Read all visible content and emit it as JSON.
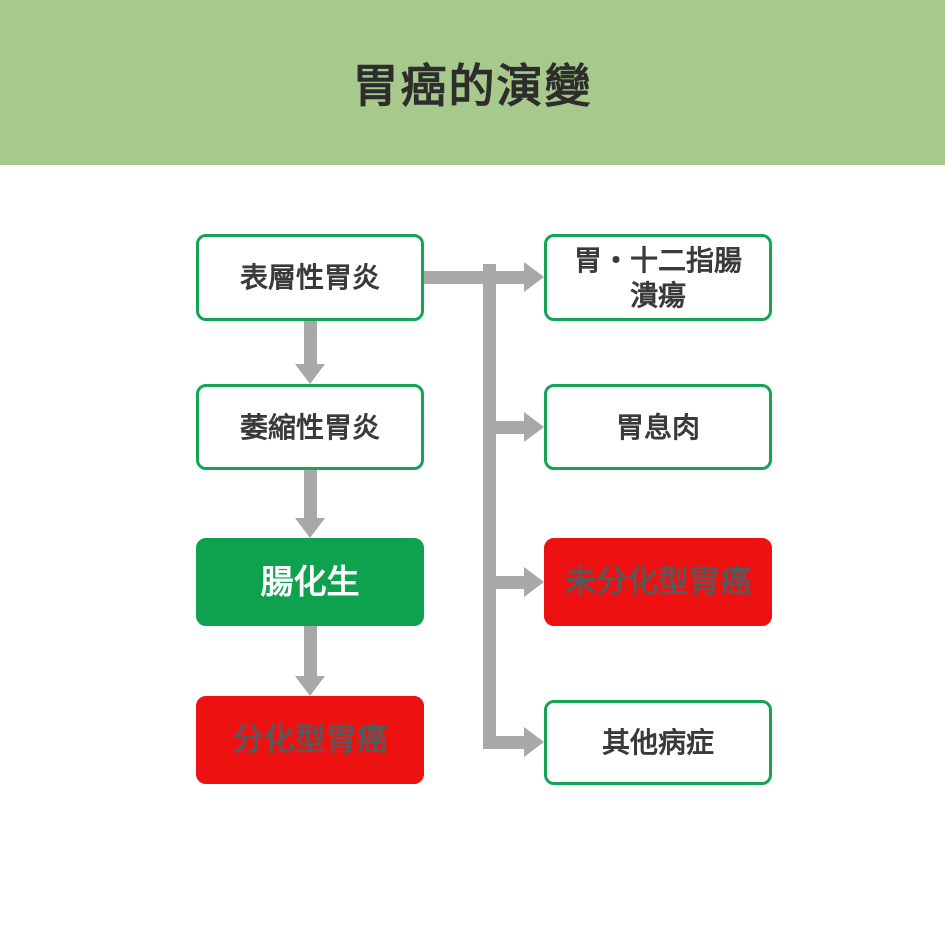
{
  "header": {
    "title": "胃癌的演變"
  },
  "colors": {
    "header_bg": "#a7ca8c",
    "box_border_green": "#13a454",
    "box_fill_green": "#0ea24e",
    "box_fill_red": "#ee1111",
    "red_box_text": "#58585a",
    "green_box_text": "#ffffff",
    "outline_box_text": "#3a3a3a",
    "arrow_gray": "#a8a8a8",
    "title_text": "#2d2d2d"
  },
  "flow": {
    "left_column": [
      {
        "label": "表層性胃炎",
        "variant": "outline"
      },
      {
        "label": "萎縮性胃炎",
        "variant": "outline"
      },
      {
        "label": "腸化生",
        "variant": "green-solid"
      },
      {
        "label": "分化型胃癌",
        "variant": "red-solid"
      }
    ],
    "right_column": [
      {
        "label": "胃・十二指腸\n潰瘍",
        "variant": "outline"
      },
      {
        "label": "胃息肉",
        "variant": "outline"
      },
      {
        "label": "未分化型胃癌",
        "variant": "red-solid"
      },
      {
        "label": "其他病症",
        "variant": "outline"
      }
    ]
  }
}
